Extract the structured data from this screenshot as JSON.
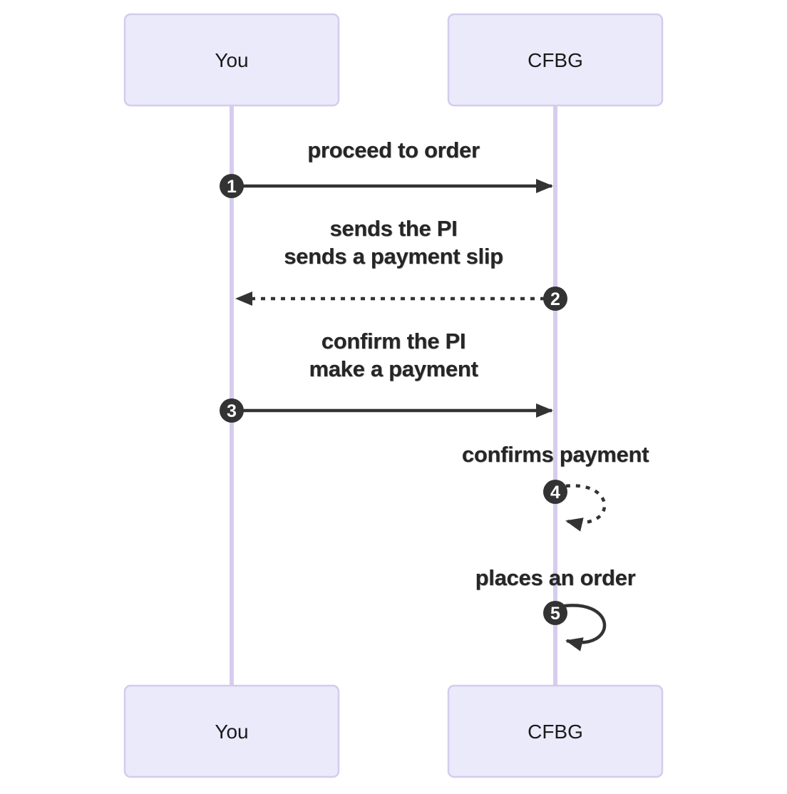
{
  "diagram": {
    "kind": "sequence-diagram",
    "colors": {
      "background": "#ffffff",
      "actor_fill": "#eaeafb",
      "actor_border": "#d5cbec",
      "lifeline": "#d6cdee",
      "arrow": "#333333",
      "message_text": "#262626",
      "seq_badge_fill": "#333333",
      "seq_badge_text": "#ffffff"
    },
    "actors": [
      {
        "id": "you",
        "label": "You"
      },
      {
        "id": "cfbg",
        "label": "CFBG"
      }
    ],
    "messages": [
      {
        "seq": "1",
        "from": "You",
        "to": "CFBG",
        "style": "solid",
        "lines": [
          "proceed to order"
        ]
      },
      {
        "seq": "2",
        "from": "CFBG",
        "to": "You",
        "style": "dotted",
        "lines": [
          "sends the PI",
          "sends a payment slip"
        ]
      },
      {
        "seq": "3",
        "from": "You",
        "to": "CFBG",
        "style": "solid",
        "lines": [
          "confirm the PI",
          "make a payment"
        ]
      },
      {
        "seq": "4",
        "from": "CFBG",
        "to": "CFBG",
        "style": "dotted",
        "lines": [
          "confirms payment"
        ]
      },
      {
        "seq": "5",
        "from": "CFBG",
        "to": "CFBG",
        "style": "solid",
        "lines": [
          "places an order"
        ]
      }
    ]
  }
}
